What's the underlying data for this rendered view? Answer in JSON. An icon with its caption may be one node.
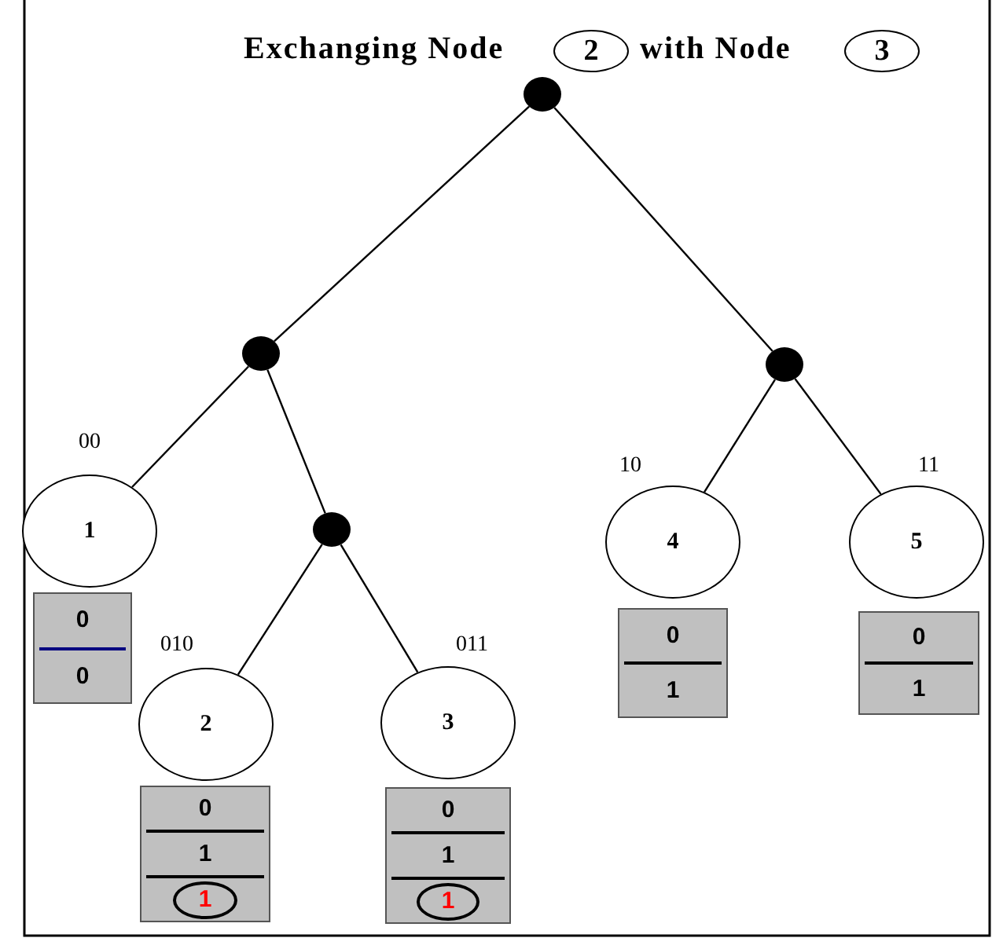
{
  "diagram": {
    "nodes": [
      {
        "text": [
          "2"
        ]
      },
      {
        "text": [
          "3"
        ]
      },
      {
        "text": [],
        "shape": "circle"
      },
      {
        "text": [],
        "shape": "circle"
      },
      {
        "text": [],
        "shape": "circle"
      },
      {
        "text": [
          "1"
        ],
        "beside": [
          "00"
        ]
      },
      {
        "text": [],
        "shape": "circle"
      },
      {
        "text": [
          "4"
        ],
        "beside": [
          "10"
        ]
      },
      {
        "text": [
          "5"
        ],
        "beside": [
          "11"
        ]
      },
      {
        "text": [
          "0",
          "0"
        ]
      },
      {
        "text": [
          "2"
        ],
        "beside": [
          "010"
        ]
      },
      {
        "text": [
          "3"
        ],
        "beside": [
          "011"
        ]
      },
      {
        "text": [
          "0",
          "1"
        ]
      },
      {
        "text": [
          "0",
          "1"
        ]
      },
      {
        "text": [
          "0",
          "1",
          "1"
        ]
      },
      {
        "text": [
          "0",
          "1",
          "1"
        ]
      }
    ],
    "edges": [
      {
        "from": 2,
        "to": 3,
        "arrow": "none"
      },
      {
        "from": 2,
        "to": 4,
        "arrow": "none"
      },
      {
        "from": 3,
        "to": 5,
        "arrow": "none"
      },
      {
        "from": 3,
        "to": 6,
        "arrow": "none"
      },
      {
        "from": 6,
        "to": 10,
        "arrow": "none"
      },
      {
        "from": 6,
        "to": 11,
        "arrow": "none"
      },
      {
        "from": 4,
        "to": 7,
        "arrow": "none"
      },
      {
        "from": 4,
        "to": 8,
        "arrow": "none"
      }
    ],
    "labels": [
      "Exchanging Node",
      "with Node"
    ]
  }
}
